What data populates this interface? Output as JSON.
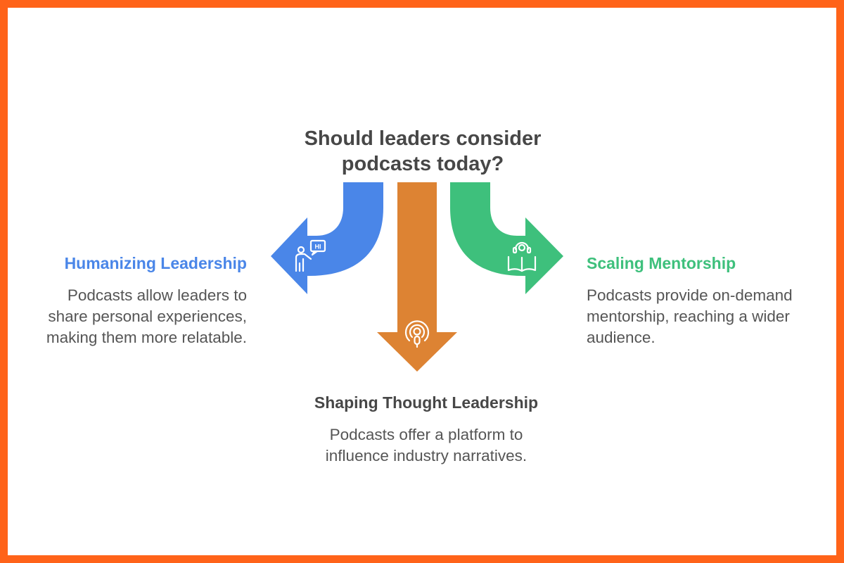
{
  "question": {
    "line1": "Should leaders consider",
    "line2": "podcasts today?"
  },
  "branches": [
    {
      "title": "Humanizing Leadership",
      "description_lines": [
        "Podcasts allow leaders to",
        "share personal experiences,",
        "making them more relatable."
      ],
      "color": "#4a86e8",
      "icon": "speaker-presenting-icon"
    },
    {
      "title": "Shaping Thought Leadership",
      "description_lines": [
        "Podcasts offer a platform to",
        "influence industry narratives."
      ],
      "color": "#dd8333",
      "icon": "podcast-microphone-icon"
    },
    {
      "title": "Scaling Mentorship",
      "description_lines": [
        "Podcasts provide on-demand",
        "mentorship, reaching a wider",
        "audience."
      ],
      "color": "#3ec07c",
      "icon": "headset-book-icon"
    }
  ],
  "icon_badge_text": "HI",
  "colors": {
    "frame": "#ff6319",
    "heading": "#474747",
    "body_text": "#555555"
  }
}
